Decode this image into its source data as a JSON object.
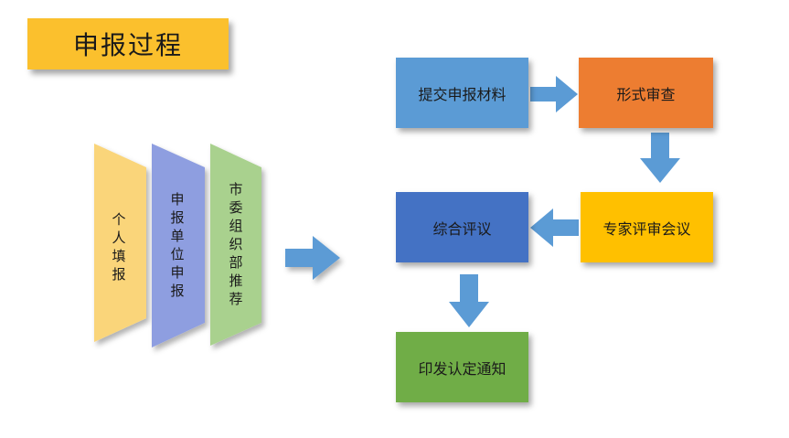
{
  "title": "申报过程",
  "left_stages": [
    {
      "label": "个人填报",
      "color": "#fad57a"
    },
    {
      "label": "申报单位申报",
      "color": "#8e9ee0"
    },
    {
      "label": "市委组织部推荐",
      "color": "#a9d18e"
    }
  ],
  "flow_steps": {
    "submit": "提交申报材料",
    "formal_review": "形式审查",
    "expert_meeting": "专家评审会议",
    "comprehensive": "综合评议",
    "notice": "印发认定通知"
  },
  "colors": {
    "blue": "#5b9bd5",
    "orange": "#ed7d31",
    "yellow": "#ffc000",
    "dark_blue": "#4472c4",
    "green": "#70ad47",
    "arrow": "#5b9bd5",
    "title_bg": "#fbc02d"
  }
}
